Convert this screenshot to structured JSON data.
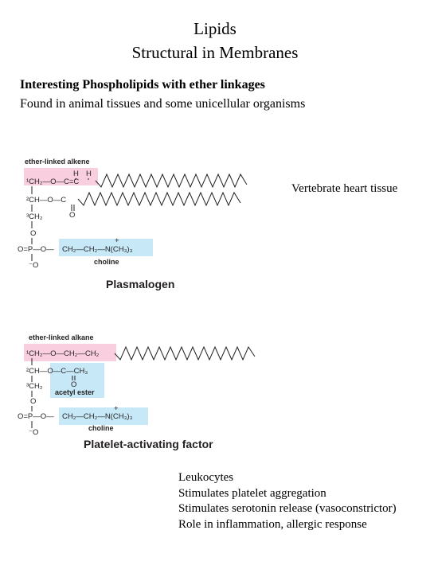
{
  "header": {
    "title_line1": "Lipids",
    "title_line2": "Structural in Membranes",
    "heading": "Interesting Phospholipids with ether linkages",
    "subheading": "Found in animal tissues and some unicellular organisms"
  },
  "plasmalogen": {
    "top_label": "ether-linked alkene",
    "row1": "¹CH₂—O—C=C",
    "h1": "H",
    "h2": "H",
    "row2": "²CH—O—C",
    "carbonyl_o": "O",
    "row3": "³CH₂",
    "link_o": "O",
    "phosphate_row": "O=P—O—",
    "phosphate_o": "⁻O",
    "choline_group": "CH₂—CH₂—N(CH₃)₃",
    "plus": "+",
    "choline_label": "choline",
    "name": "Plasmalogen",
    "note": "Vertebrate heart tissue"
  },
  "paf": {
    "top_label": "ether-linked alkane",
    "row1": "¹CH₂—O—CH₂—CH₂",
    "row2": "²CH—O—C—CH₃",
    "carbonyl_o": "O",
    "acetyl_label": "acetyl ester",
    "row3": "³CH₂",
    "link_o": "O",
    "phosphate_row": "O=P—O—",
    "phosphate_o": "⁻O",
    "choline_group": "CH₂—CH₂—N(CH₃)₃",
    "plus": "+",
    "choline_label": "choline",
    "name": "Platelet-activating factor",
    "notes": [
      "Leukocytes",
      "Stimulates platelet aggregation",
      "Stimulates serotonin release (vasoconstrictor)",
      "Role in inflammation, allergic response"
    ]
  },
  "colors": {
    "ether_highlight": "#f9cfe0",
    "head_highlight": "#c6e8f7",
    "structure_ink": "#231f20"
  }
}
